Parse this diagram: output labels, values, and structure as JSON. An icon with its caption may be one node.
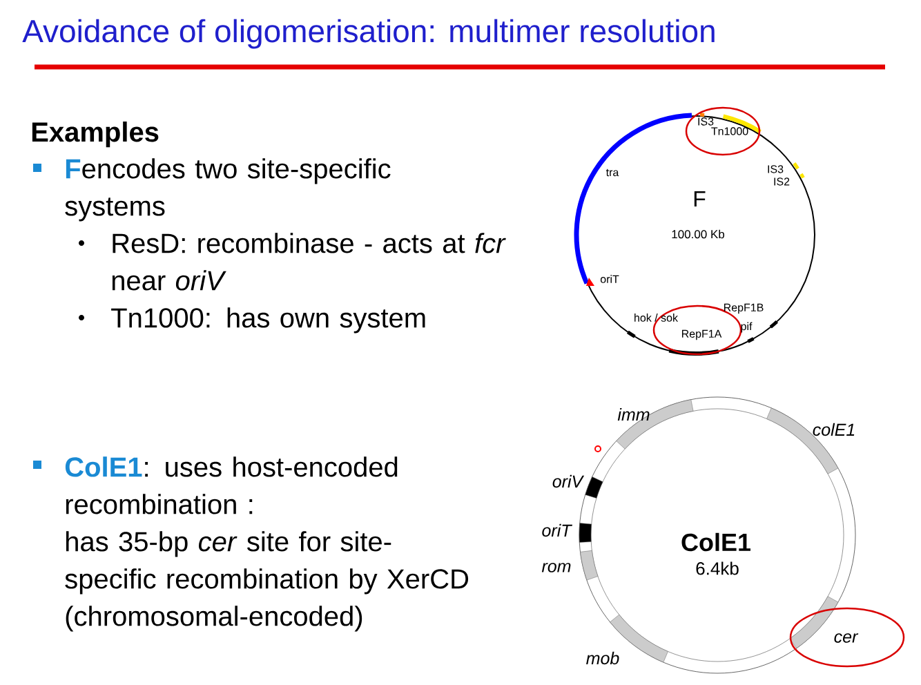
{
  "diagram": {
    "title": "Avoidance of oligomerisation: multimer resolution",
    "nodes": [
      {
        "text": [
          "F",
          "100.00 Kb"
        ]
      },
      {
        "text": [
          "ColE1",
          "6.4kb"
        ]
      }
    ],
    "labels": [
      "Examples",
      "F",
      "encodes two site-specific systems",
      "ResD: recombinase - acts at *fcr* near *oriV*",
      "Tn1000: has own system",
      "IS3",
      "Tn1000",
      "tra",
      "IS3",
      "IS2",
      "oriT",
      "hok / sok",
      "RepF1B",
      "RepF1A",
      "pif",
      "ColE1",
      ": uses host-encoded recombination :",
      "has 35-bp *cer* site for site-specific recombination by XerCD (chromosomal-encoded)",
      "imm",
      "colE1",
      "oriV",
      "oriT",
      "rom",
      "mob",
      "cer"
    ]
  }
}
